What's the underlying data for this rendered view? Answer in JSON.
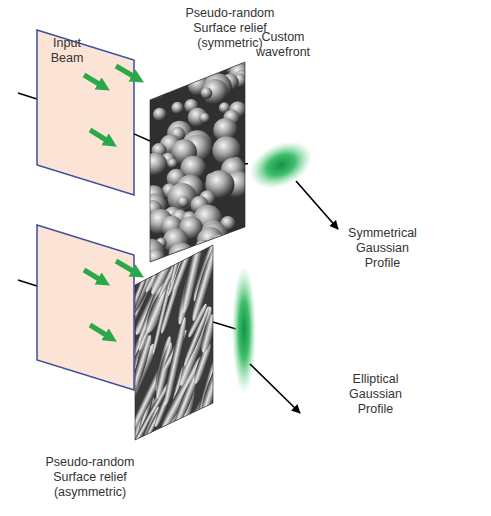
{
  "diagram": {
    "nodes": [
      {
        "text": [
          "Input Beam"
        ]
      },
      {
        "text": [
          "Pseudo-random Surface relief (symmetric)"
        ]
      },
      {
        "text": [
          "Custom wavefront"
        ]
      },
      {
        "text": [
          "Pseudo-random Surface relief (asymmetric)"
        ]
      }
    ],
    "edges": [
      {
        "from": 0,
        "to": 1,
        "arrow": "none"
      },
      {
        "from": 1,
        "to": 2,
        "arrow": "none"
      }
    ],
    "labels": [
      "Symmetrical Gaussian Profile",
      "Elliptical Gaussian Profile"
    ]
  }
}
